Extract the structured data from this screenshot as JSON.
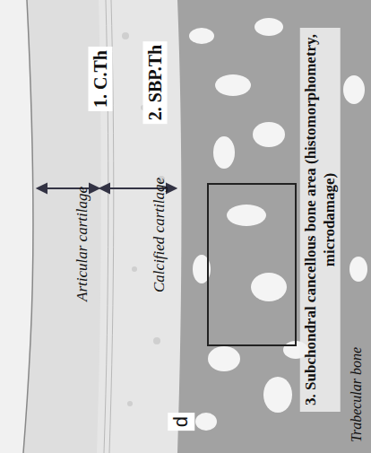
{
  "diagram": {
    "labels": [
      "1. C.Th",
      "2. SBP.Th",
      "Articular cartilage",
      "Calcified cartilage",
      "3. Subchondral cancellous bone area (histomorphometry, microdamage)",
      "d",
      "Trabecular bone"
    ]
  }
}
